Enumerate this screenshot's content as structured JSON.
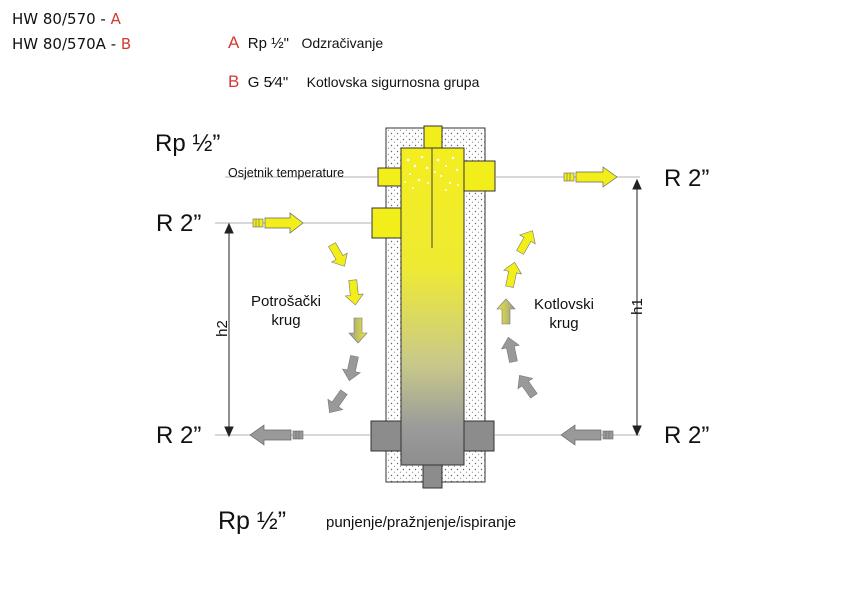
{
  "models": [
    {
      "name": "HW 80/570",
      "sep": " - ",
      "variant": "A"
    },
    {
      "name": "HW 80/570A",
      "sep": " - ",
      "variant": "B"
    }
  ],
  "legend": [
    {
      "letter": "A",
      "code": "Rp ½\"",
      "desc": "Odzračivanje"
    },
    {
      "letter": "B",
      "code": "G 5⁄4\"",
      "desc": "Kotlovska sigurnosna grupa"
    }
  ],
  "labels": {
    "top_left_conn": "Rp ½”",
    "sensor": "Osjetnik temperature",
    "left_upper_conn": "R 2”",
    "right_upper_conn": "R 2”",
    "left_lower_conn": "R 2”",
    "right_lower_conn": "R 2”",
    "consumer_circuit_l1": "Potrošački",
    "consumer_circuit_l2": "krug",
    "boiler_circuit_l1": "Kotlovski",
    "boiler_circuit_l2": "krug",
    "h1": "h1",
    "h2": "h2",
    "bottom_conn": "Rp ½”",
    "bottom_desc": "punjenje/pražnjenje/ispiranje"
  },
  "colors": {
    "accent_red": "#d23a34",
    "hot_yellow": "#f2ee1a",
    "cold_gray": "#8a8a8a",
    "outline": "#333333"
  }
}
